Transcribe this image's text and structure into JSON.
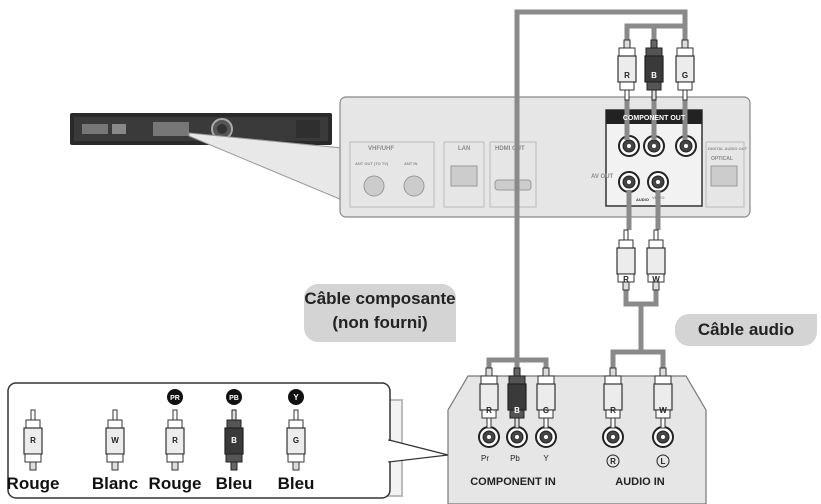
{
  "player_rear_panel": {
    "vhf_uhf": "VHF/UHF",
    "antenna_out": "ANT OUT (TO TV)",
    "antenna_in": "ANT IN",
    "lan": "LAN",
    "hdmi_out": "HDMI OUT",
    "component_out": "COMPONENT OUT",
    "av_out": "AV OUT",
    "audio": "AUDIO",
    "video": "VIDEO",
    "digital_audio_out": "DIGITAL AUDIO OUT",
    "optical": "OPTICAL"
  },
  "callouts": {
    "component_cable_line1": "Câble composante",
    "component_cable_line2": "(non fourni)",
    "audio_cable": "Câble audio"
  },
  "tv_panel": {
    "component_in": "COMPONENT IN",
    "audio_in": "AUDIO IN",
    "jack_labels": [
      "Pr",
      "Pb",
      "Y"
    ],
    "audio_jack_labels": [
      "R",
      "L"
    ]
  },
  "plug_letters": {
    "red": "R",
    "blue": "B",
    "green": "G",
    "white": "W"
  },
  "legend": {
    "items": [
      {
        "name": "Rouge",
        "letter": "R",
        "badge": ""
      },
      {
        "name": "Blanc",
        "letter": "W",
        "badge": ""
      },
      {
        "name": "Rouge",
        "letter": "R",
        "badge": "PR"
      },
      {
        "name": "Bleu",
        "letter": "B",
        "badge": "PB"
      },
      {
        "name": "Bleu",
        "letter": "G",
        "badge": "Y"
      }
    ]
  },
  "colors": {
    "cable": "#8a8a8a",
    "panel": "#e6e6e6",
    "callout": "#d4d4d4",
    "dark_plug": "#444444"
  }
}
